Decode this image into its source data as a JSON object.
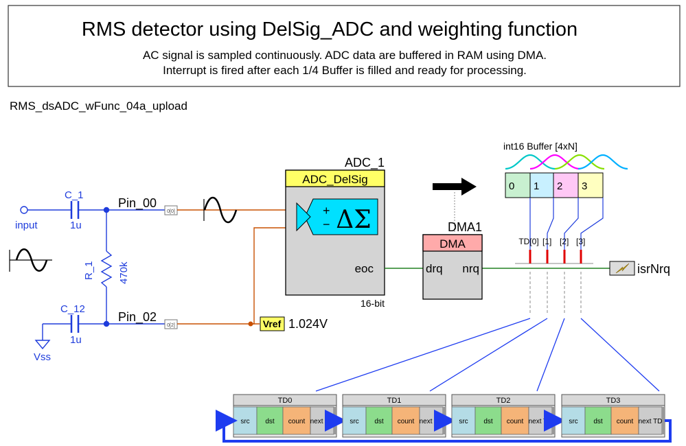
{
  "header": {
    "title": "RMS detector using DelSig_ADC and weighting function",
    "line1": "AC signal is sampled continuously. ADC data are buffered in RAM using DMA.",
    "line2": "Interrupt is fired after each 1/4 Buffer is filled and ready for processing."
  },
  "project_name": "RMS_dsADC_wFunc_04a_upload",
  "components": {
    "input_label": "input",
    "c1_name": "C_1",
    "c1_value": "1u",
    "r1_name": "R_1",
    "r1_value": "470k",
    "c12_name": "C_12",
    "c12_value": "1u",
    "vss_label": "Vss",
    "pin00_name": "Pin_00",
    "pin00_tag": "0[0]",
    "pin02_name": "Pin_02",
    "pin02_tag": "0[2]",
    "vref_label": "Vref",
    "vref_value": "1.024V"
  },
  "adc": {
    "instance": "ADC_1",
    "type": "ADC_DelSig",
    "plus": "+",
    "minus": "−",
    "symbol": "ΔΣ",
    "eoc": "eoc",
    "bits": "16-bit"
  },
  "dma": {
    "instance": "DMA1",
    "type": "DMA",
    "drq": "drq",
    "nrq": "nrq"
  },
  "buffer": {
    "title": "int16 Buffer [4xN]",
    "cells": [
      "0",
      "1",
      "2",
      "3"
    ],
    "cell_colors": [
      "#c8f0d0",
      "#c8f0ff",
      "#ffc8f5",
      "#ffffc0"
    ],
    "curve_colors": [
      "#00c8c8",
      "#ff00ff",
      "#88e000",
      "#00b0ff"
    ],
    "td_labels": [
      "TD[0]",
      "[1]",
      "[2]",
      "[3]"
    ]
  },
  "isr": {
    "name": "isrNrq"
  },
  "td_chain": [
    {
      "name": "TD0",
      "fields": [
        "src",
        "dst",
        "count",
        "next TD"
      ]
    },
    {
      "name": "TD1",
      "fields": [
        "src",
        "dst",
        "count",
        "next TD"
      ]
    },
    {
      "name": "TD2",
      "fields": [
        "src",
        "dst",
        "count",
        "next TD"
      ]
    },
    {
      "name": "TD3",
      "fields": [
        "src",
        "dst",
        "count",
        "next TD"
      ]
    }
  ],
  "colors": {
    "wire_blue": "#1e3cdc",
    "wire_orange": "#c85000",
    "wire_green": "#208020",
    "adc_header": "#ffff66",
    "adc_body": "#d4d4d4",
    "dma_header": "#ffaaaa",
    "delta_sigma": "#00e0ff",
    "field_src": "#b4dce6",
    "field_dst": "#8cdc8c",
    "field_count": "#f5b478",
    "field_next": "#cccccc",
    "chain_blue": "#1e3cf0",
    "td_red": "#e00000"
  }
}
